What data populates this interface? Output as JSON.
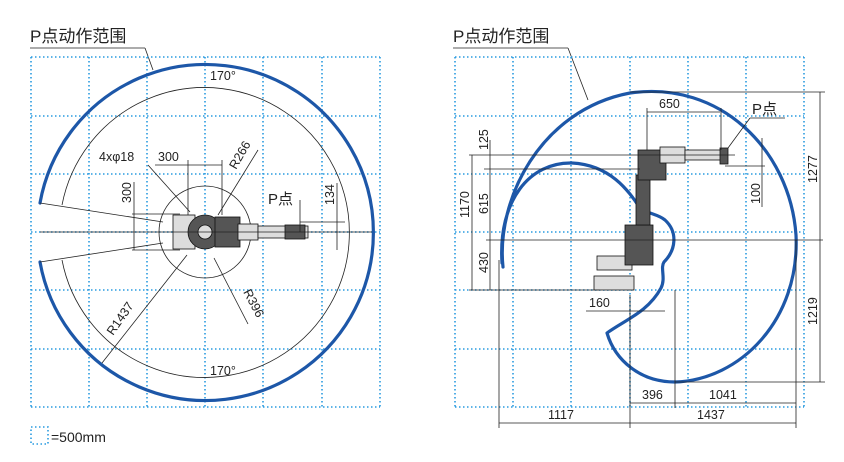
{
  "colors": {
    "envelope": "#1d57a8",
    "grid": "#2a9be0",
    "lines": "#222222"
  },
  "top_view": {
    "title": "P点动作范围",
    "angle_top": "170°",
    "angle_bottom": "170°",
    "holes": "4xφ18",
    "base_width": "300",
    "base_depth": "300",
    "r_inner_base": "R266",
    "p_point": "P点",
    "offset": "134",
    "r_min": "R396",
    "r_max": "R1437"
  },
  "side_view": {
    "title": "P点动作范围",
    "reach_arm": "650",
    "p_point": "P点",
    "d125": "125",
    "d1170": "1170",
    "d615": "615",
    "d430": "430",
    "d100": "100",
    "d1277": "1277",
    "d1219": "1219",
    "d160": "160",
    "d396": "396",
    "d1041": "1041",
    "d1117": "1117",
    "d1437": "1437"
  },
  "legend": {
    "scale": "=500mm"
  }
}
